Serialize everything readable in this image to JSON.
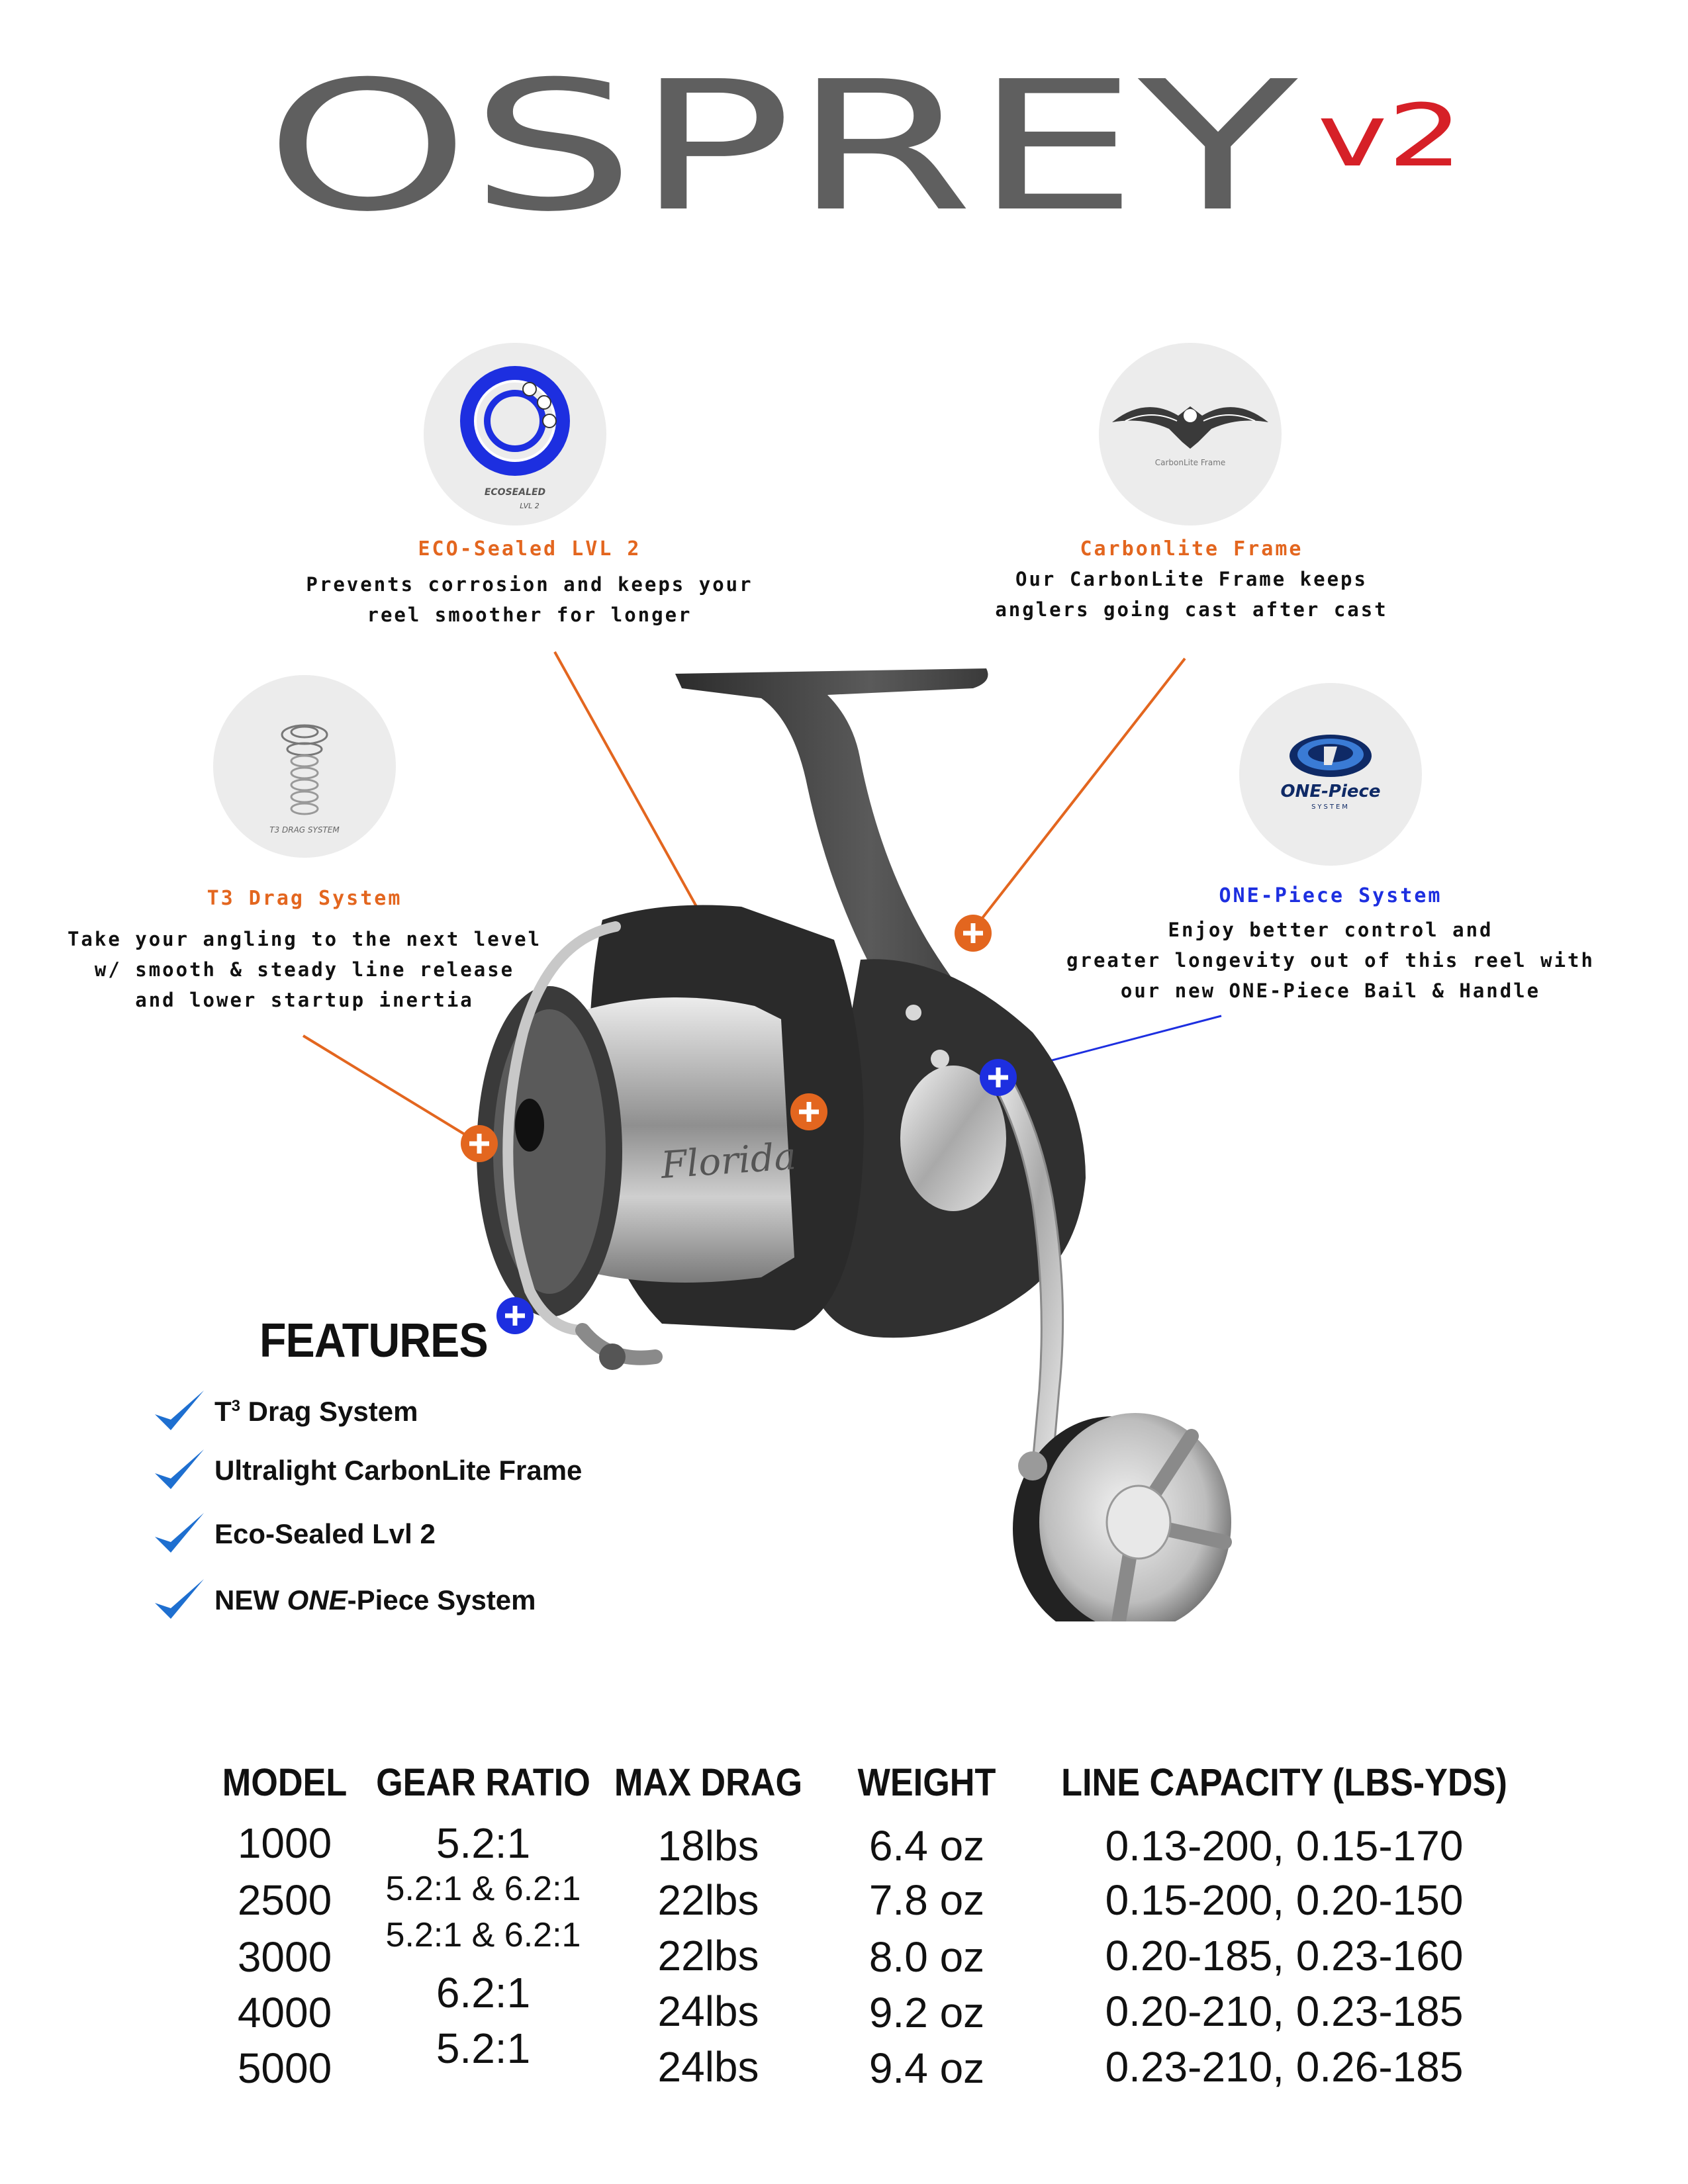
{
  "title": {
    "brand": "OSPREY",
    "version": "v2"
  },
  "colors": {
    "brand_gray": "#5f5f5f",
    "version_red": "#d62027",
    "orange": "#e3661f",
    "blue": "#1d2fe0"
  },
  "callouts": {
    "eco": {
      "badge": [
        "ECOSEALED",
        "LVL 2"
      ],
      "title": "ECO-Sealed LVL 2",
      "lines": [
        "Prevents corrosion and keeps your",
        "reel smoother for longer"
      ]
    },
    "carbon": {
      "badge": "CarbonLite Frame",
      "title": "Carbonlite Frame",
      "lines": [
        "Our CarbonLite Frame keeps",
        "anglers going cast after cast"
      ]
    },
    "t3": {
      "badge": "T3 DRAG SYSTEM",
      "title": "T3 Drag System",
      "lines": [
        "Take your angling to the next level",
        "w/ smooth & steady line release",
        "and lower startup inertia"
      ]
    },
    "onepiece": {
      "badge": [
        "ONE-Piece",
        "SYSTEM"
      ],
      "title": "ONE-Piece System",
      "lines": [
        "Enjoy better control and",
        "greater longevity out of this reel with",
        "our new ONE-Piece Bail & Handle"
      ]
    }
  },
  "spool_text": "Florida",
  "features": {
    "heading": "FEATURES",
    "items": [
      {
        "pre": "T",
        "sup": "3",
        "post": " Drag System"
      },
      {
        "text": "Ultralight CarbonLite Frame"
      },
      {
        "text": "Eco-Sealed Lvl 2"
      },
      {
        "pre": "NEW ",
        "em": "ONE",
        "post": "-Piece System"
      }
    ]
  },
  "specs": {
    "headers": [
      "MODEL",
      "GEAR RATIO",
      "MAX DRAG",
      "WEIGHT",
      "LINE CAPACITY (LBS-YDS)"
    ],
    "rows": [
      [
        "1000",
        "5.2:1",
        "18lbs",
        "6.4 oz",
        "0.13-200, 0.15-170"
      ],
      [
        "2500",
        "5.2:1 & 6.2:1",
        "22lbs",
        "7.8 oz",
        "0.15-200, 0.20-150"
      ],
      [
        "3000",
        "5.2:1 & 6.2:1",
        "22lbs",
        "8.0 oz",
        "0.20-185, 0.23-160"
      ],
      [
        "4000",
        "6.2:1",
        "24lbs",
        "9.2 oz",
        "0.20-210, 0.23-185"
      ],
      [
        "5000",
        "5.2:1",
        "24lbs",
        "9.4 oz",
        "0.23-210, 0.26-185"
      ]
    ]
  }
}
